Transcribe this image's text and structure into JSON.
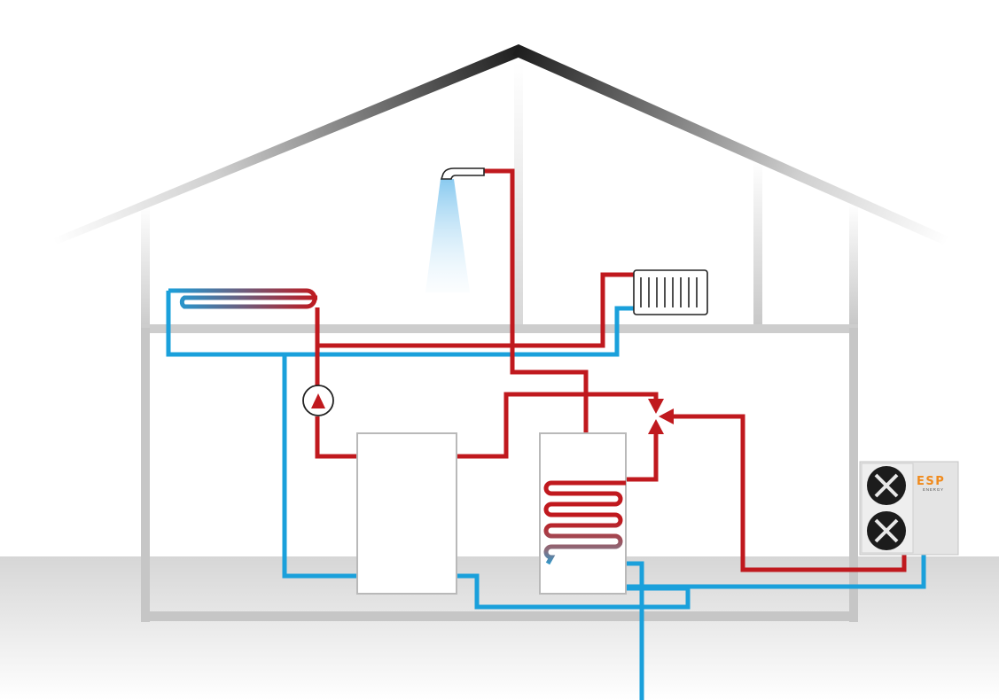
{
  "brand": {
    "logo_text": "ESP",
    "logo_subtext": "ENERGY"
  },
  "colors": {
    "hot_pipe": "#c0191e",
    "cold_pipe": "#1aa0db",
    "house_outline": "#c8c8c8",
    "roof_dark": "#222222",
    "logo_orange": "#f08a1c",
    "logo_red": "#d62a1e"
  },
  "components": [
    {
      "name": "shower-head-icon"
    },
    {
      "name": "radiator-icon"
    },
    {
      "name": "underfloor-heating-coil"
    },
    {
      "name": "circulation-pump-icon"
    },
    {
      "name": "buffer-tank"
    },
    {
      "name": "hot-water-cylinder"
    },
    {
      "name": "three-way-valve-icon"
    },
    {
      "name": "heat-pump-outdoor-unit"
    }
  ]
}
